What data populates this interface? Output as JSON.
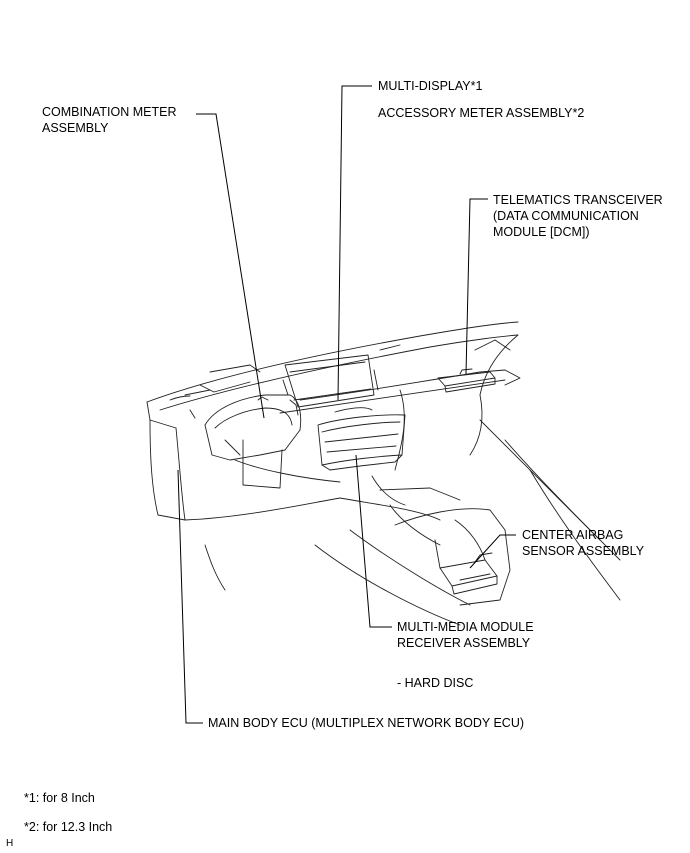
{
  "labels": {
    "multi_display": "MULTI-DISPLAY*1",
    "accessory_meter": "ACCESSORY METER ASSEMBLY*2",
    "combination_meter": [
      "COMBINATION METER",
      "ASSEMBLY"
    ],
    "telematics": [
      "TELEMATICS TRANSCEIVER",
      "(DATA COMMUNICATION",
      "MODULE [DCM])"
    ],
    "center_airbag": [
      "CENTER AIRBAG",
      "SENSOR ASSEMBLY"
    ],
    "multimedia": [
      "MULTI-MEDIA MODULE",
      "RECEIVER ASSEMBLY"
    ],
    "hard_disc": "- HARD DISC",
    "main_body_ecu": "MAIN BODY ECU (MULTIPLEX NETWORK BODY ECU)"
  },
  "notes": {
    "note1": "*1: for 8 Inch",
    "note2": "*2: for 12.3 Inch"
  },
  "corner_mark": "H"
}
